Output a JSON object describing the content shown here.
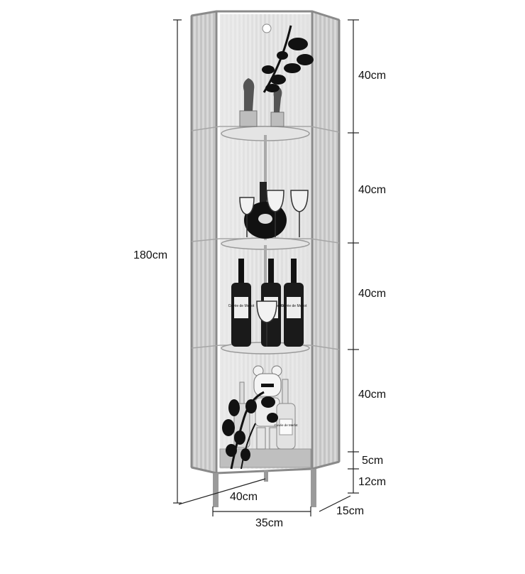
{
  "dimensions": {
    "total_height": "180cm",
    "right_segments": [
      "40cm",
      "40cm",
      "40cm",
      "40cm",
      "5cm",
      "12cm"
    ],
    "diagonal_width": "40cm",
    "front_width": "35cm",
    "side_depth": "15cm"
  },
  "bottle_labels": [
    "Cuvée de Merlot",
    "Cuvée de Merlot",
    "Cuvée de Merlot",
    "Cuvée de Merlot"
  ],
  "colors": {
    "frame": "#8a8a8a",
    "glass": "#d9d9d9",
    "bottle": "#1a1a1a",
    "ink": "#111111"
  }
}
